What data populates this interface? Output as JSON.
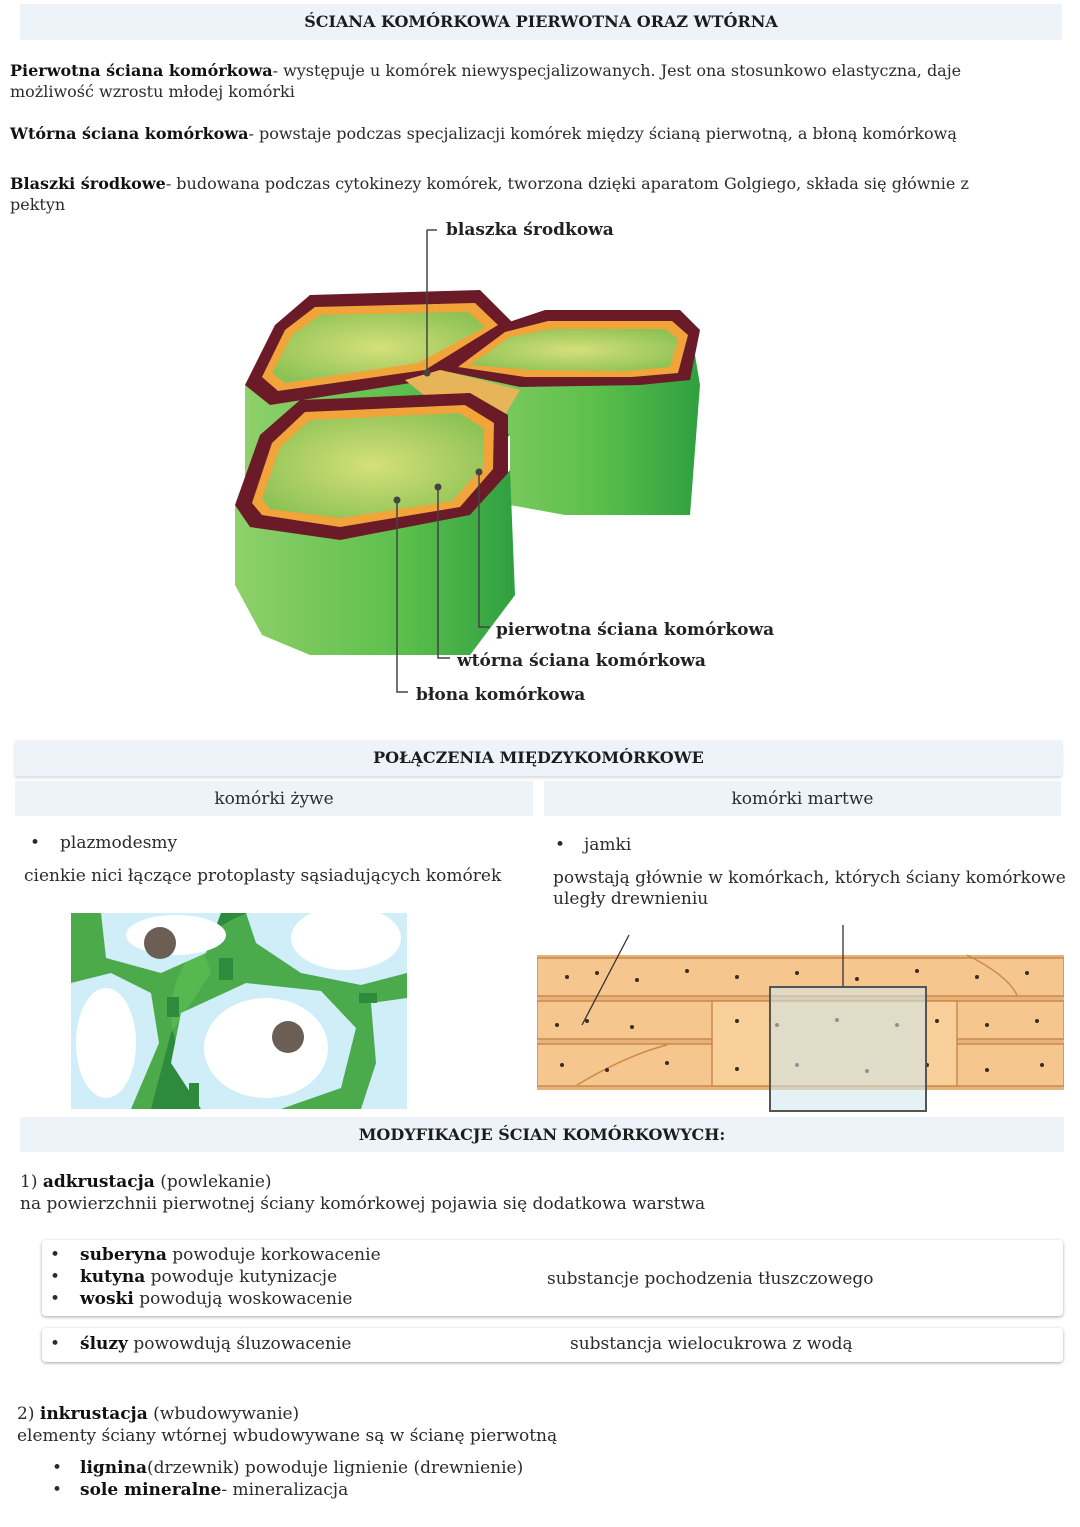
{
  "section1": {
    "title": "ŚCIANA KOMÓRKOWA PIERWOTNA ORAZ WTÓRNA",
    "p1_term": "Pierwotna ściana komórkowa",
    "p1_text": "- występuje u komórek niewyspecjalizowanych. Jest ona stosunkowo elastyczna, daje",
    "p1_text2": "możliwość wzrostu młodej komórki",
    "p2_term": "Wtórna ściana komórkowa",
    "p2_text": "- powstaje podczas specjalizacji komórek między ścianą pierwotną, a błoną komórkową",
    "p3_term": "Blaszki środkowe",
    "p3_text": "- budowana podczas cytokinezy komórek, tworzona dzięki aparatom Golgiego, składa się głównie z",
    "p3_text2": "pektyn"
  },
  "diagram1": {
    "label_middle_lamella": "blaszka środkowa",
    "label_primary_wall": "pierwotna ściana komórkowa",
    "label_secondary_wall": "wtórna ściana komórkowa",
    "label_membrane": "błona komórkowa"
  },
  "section2": {
    "title": "POŁĄCZENIA MIĘDZYKOMÓRKOWE",
    "col_left": "komórki żywe",
    "col_right": "komórki martwe",
    "left_bullet": "plazmodesmy",
    "left_desc": "cienkie nici łączące protoplasty sąsiadujących komórek",
    "right_bullet": "jamki",
    "right_desc": "powstają głównie w komórkach,  których ściany komórkowe",
    "right_desc2": "uległy drewnieniu"
  },
  "section3": {
    "title": "MODYFIKACJE ŚCIAN KOMÓRKOWYCH:",
    "item1_num": "1)",
    "item1_term": "adkrustacja",
    "item1_paren": "(powlekanie)",
    "item1_desc": "na powierzchnii pierwotnej ściany komórkowej pojawia się dodatkowa warstwa",
    "box1": [
      {
        "term": "suberyna",
        "text": "powoduje korkowacenie"
      },
      {
        "term": "kutyna",
        "text": "powoduje kutynizacje"
      },
      {
        "term": "woski",
        "text": "powodują woskowacenie"
      }
    ],
    "box1_note": "substancje pochodzenia tłuszczowego",
    "box2_term": "śluzy",
    "box2_text": "powowdują śluzowacenie",
    "box2_note": "substancja wielocukrowa z wodą",
    "item2_num": "2)",
    "item2_term": "inkrustacja",
    "item2_paren": "(wbudowywanie)",
    "item2_desc": "elementy ściany wtórnej wbudowywane są w ścianę pierwotną",
    "list2": [
      {
        "term": "lignina",
        "text": "(drzewnik) powoduje lignienie (drewnienie)"
      },
      {
        "term": "sole mineralne",
        "text": "- mineralizacja"
      }
    ]
  },
  "colors": {
    "header_bar": "#eef3fa",
    "cell_green": "#5cb85c",
    "wall_dark": "#6b1a28",
    "wall_orange": "#f0a43a",
    "wood_tan": "#f2c48c",
    "plasm_blue": "#cfeef7"
  }
}
